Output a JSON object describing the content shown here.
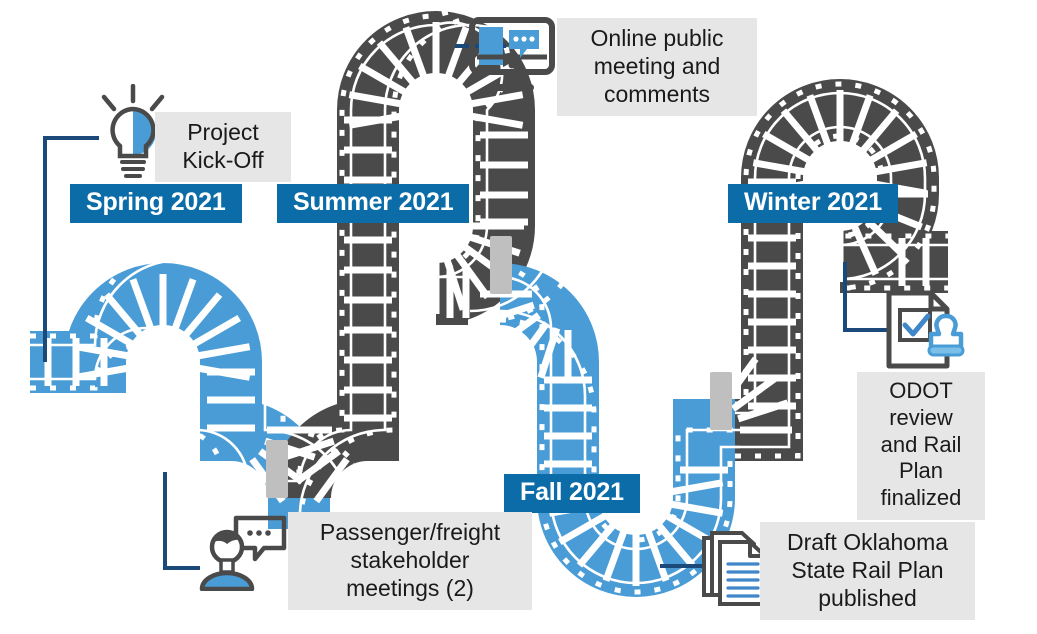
{
  "title": "Oklahoma State Rail Plan project timeline",
  "colors": {
    "track_dark": "#4a4a4a",
    "track_blue": "#4a9cd6",
    "label_blue": "#0B6CA8",
    "leader_navy": "#1b4a7a",
    "note_bg": "#e6e6e6",
    "connector_gray": "#bfbfbf",
    "tie_white": "#ffffff"
  },
  "milestones": [
    {
      "id": "spring-2021",
      "label": "Spring 2021",
      "track_color": "#4a9cd6"
    },
    {
      "id": "summer-2021",
      "label": "Summer 2021",
      "track_color": "#4a4a4a"
    },
    {
      "id": "fall-2021",
      "label": "Fall 2021",
      "track_color": "#4a9cd6"
    },
    {
      "id": "winter-2021",
      "label": "Winter 2021",
      "track_color": "#4a4a4a"
    }
  ],
  "callouts": [
    {
      "id": "project-kickoff",
      "icon": "lightbulb-icon",
      "text": "Project\nKick-Off"
    },
    {
      "id": "online-public-meeting",
      "icon": "monitor-comment-icon",
      "text": "Online public\nmeeting and\ncomments"
    },
    {
      "id": "stakeholder-meetings",
      "icon": "person-speech-icon",
      "text": "Passenger/freight\nstakeholder\nmeetings (2)"
    },
    {
      "id": "draft-rail-plan",
      "icon": "documents-icon",
      "text": "Draft Oklahoma\nState Rail Plan\npublished"
    },
    {
      "id": "odot-review",
      "icon": "approved-document-stamp-icon",
      "text": "ODOT\nreview\nand Rail\nPlan\nfinalized"
    }
  ]
}
